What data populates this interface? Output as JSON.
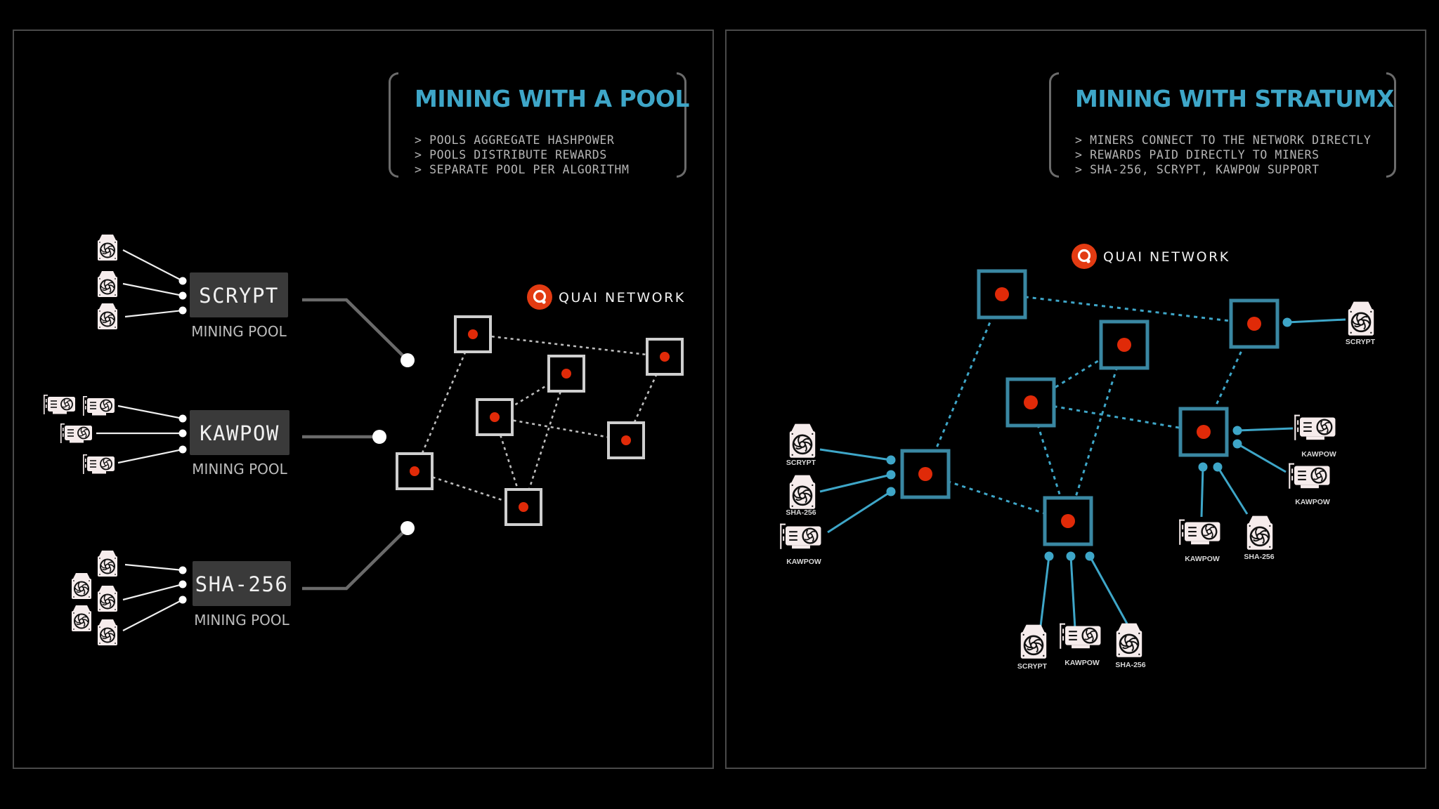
{
  "colors": {
    "background": "#000000",
    "panel_border": "#4a4a4a",
    "title_accent": "#3ea6c8",
    "node_red": "#e02a08",
    "pool_node_border": "#cfcfcf",
    "stratum_node_border": "#3a88a3",
    "stratum_link": "#3ea6c8",
    "pool_box": "#3a3a3a",
    "pool_connector": "#6a6a6a",
    "logo_red": "#e33b12"
  },
  "left_panel": {
    "title": "MINING WITH A POOL",
    "bullets": [
      "> POOLS AGGREGATE HASHPOWER",
      "> POOLS DISTRIBUTE REWARDS",
      "> SEPARATE POOL PER ALGORITHM"
    ],
    "logo_text": "QUAI NETWORK",
    "pools": [
      {
        "name": "SCRYPT",
        "sublabel": "MINING POOL",
        "miner_type": "asic"
      },
      {
        "name": "KAWPOW",
        "sublabel": "MINING POOL",
        "miner_type": "gpu"
      },
      {
        "name": "SHA-256",
        "sublabel": "MINING POOL",
        "miner_type": "asic"
      }
    ],
    "network_nodes": 7
  },
  "right_panel": {
    "title": "MINING WITH STRATUMX",
    "bullets": [
      "> MINERS CONNECT TO THE NETWORK DIRECTLY",
      "> REWARDS PAID DIRECTLY TO MINERS",
      "> SHA-256, SCRYPT, KAWPOW SUPPORT"
    ],
    "logo_text": "QUAI NETWORK",
    "miners": [
      {
        "label": "SCRYPT",
        "type": "asic",
        "node": "n5"
      },
      {
        "label": "SCRYPT",
        "type": "asic",
        "node": "n1"
      },
      {
        "label": "SHA-256",
        "type": "asic",
        "node": "n1"
      },
      {
        "label": "KAWPOW",
        "type": "gpu",
        "node": "n1"
      },
      {
        "label": "KAWPOW",
        "type": "gpu",
        "node": "n6"
      },
      {
        "label": "KAWPOW",
        "type": "gpu",
        "node": "n6"
      },
      {
        "label": "KAWPOW",
        "type": "gpu",
        "node": "n6"
      },
      {
        "label": "SHA-256",
        "type": "asic",
        "node": "n6"
      },
      {
        "label": "SCRYPT",
        "type": "asic",
        "node": "n7"
      },
      {
        "label": "KAWPOW",
        "type": "gpu",
        "node": "n7"
      },
      {
        "label": "SHA-256",
        "type": "asic",
        "node": "n7"
      }
    ],
    "network_nodes": 7
  }
}
